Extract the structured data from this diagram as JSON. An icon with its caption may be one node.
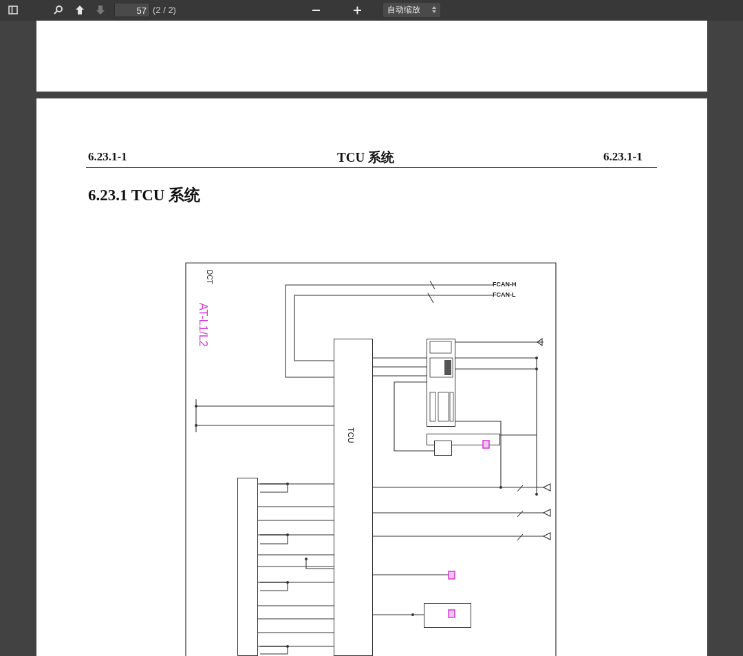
{
  "diagram": {
    "title": "6.23.1 TCU 系统",
    "nodes": [
      {
        "text": [
          "TCU"
        ]
      },
      {
        "text": [
          "FCAN-H"
        ]
      },
      {
        "text": [
          "FCAN-L"
        ]
      },
      {
        "text": [],
        "shape": "box"
      },
      {
        "text": [],
        "shape": "box"
      },
      {
        "text": [],
        "shape": "box"
      },
      {
        "text": [],
        "shape": "box"
      },
      {
        "text": [],
        "shape": "box"
      }
    ],
    "edges": [
      {
        "from": 0,
        "to": 1,
        "arrow": "none"
      },
      {
        "from": 0,
        "to": 2,
        "arrow": "none"
      },
      {
        "from": 0,
        "to": 3,
        "arrow": "none"
      },
      {
        "from": 0,
        "to": 3,
        "arrow": "none"
      },
      {
        "from": 0,
        "to": 3,
        "arrow": "none"
      },
      {
        "from": 3,
        "to": 5,
        "arrow": "none"
      },
      {
        "from": 0,
        "to": 7,
        "arrow": "none"
      },
      {
        "from": 6,
        "to": 0,
        "arrow": "none"
      },
      {
        "from": 6,
        "to": 0,
        "arrow": "none"
      },
      {
        "from": 6,
        "to": 0,
        "arrow": "none"
      },
      {
        "from": 6,
        "to": 0,
        "arrow": "none"
      },
      {
        "from": 6,
        "to": 0,
        "arrow": "none"
      },
      {
        "from": 6,
        "to": 0,
        "arrow": "none"
      },
      {
        "from": 6,
        "to": 0,
        "arrow": "none"
      },
      {
        "from": 6,
        "to": 0,
        "arrow": "none"
      },
      {
        "from": 6,
        "to": 0,
        "arrow": "none"
      },
      {
        "from": 6,
        "to": 0,
        "arrow": "none"
      },
      {
        "from": 6,
        "to": 0,
        "arrow": "none"
      }
    ],
    "labels": [
      "57",
      "(2 / 2)",
      "自动缩放",
      "6.23.1-1",
      "TCU 系统",
      "6.23.1-1",
      "DCT",
      "AT-L1/L2"
    ]
  }
}
